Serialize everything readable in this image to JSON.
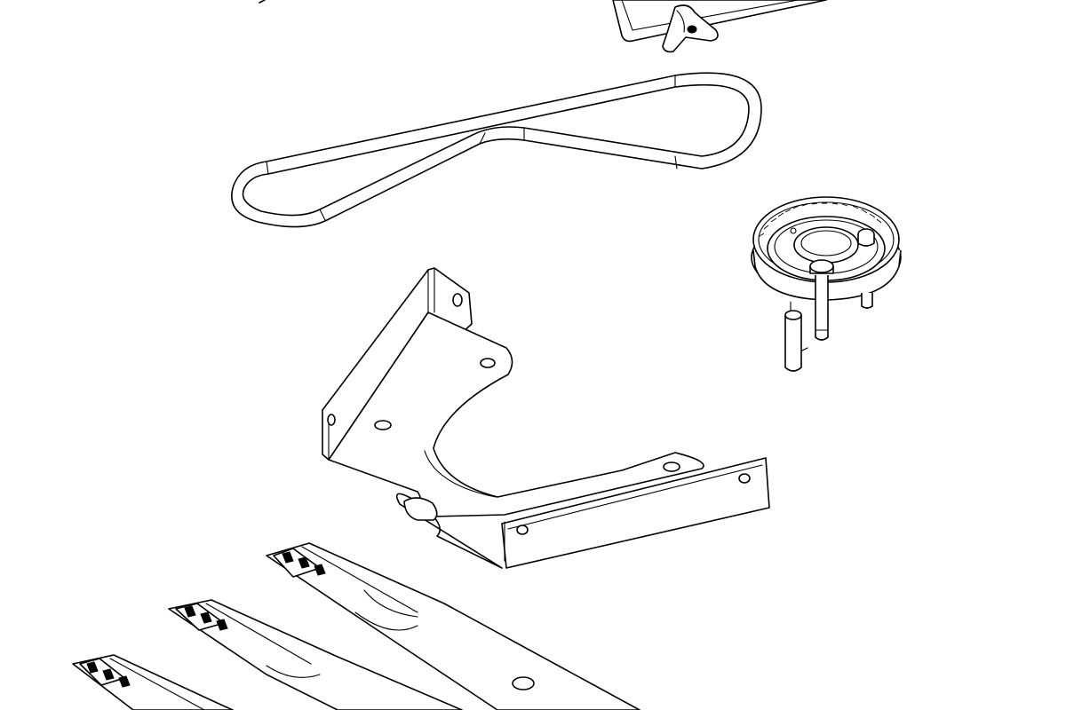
{
  "diagram": {
    "parts": [
      {
        "id": "deflector-bracket",
        "icon": "bracket-with-wing-knob-icon"
      },
      {
        "id": "drive-belt",
        "icon": "belt-icon"
      },
      {
        "id": "pulley",
        "icon": "pulley-icon"
      },
      {
        "id": "mounting-bracket",
        "icon": "angle-bracket-icon"
      },
      {
        "id": "blades",
        "icon": "mower-blade-icon",
        "count": 3
      }
    ]
  }
}
